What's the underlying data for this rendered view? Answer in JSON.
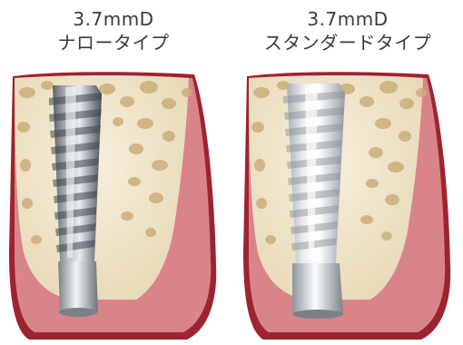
{
  "panels": [
    {
      "line1": "3.7mmD",
      "line2": "ナロータイプ",
      "implant_style": "dark-titanium"
    },
    {
      "line1": "3.7mmD",
      "line2": "スタンダードタイプ",
      "implant_style": "light-titanium"
    }
  ],
  "colors": {
    "bone_light": "#efe6cf",
    "bone_pore": "#ccae7a",
    "gum_pink": "#d9848a",
    "gum_dark": "#9c2430",
    "background": "#ffffff"
  }
}
